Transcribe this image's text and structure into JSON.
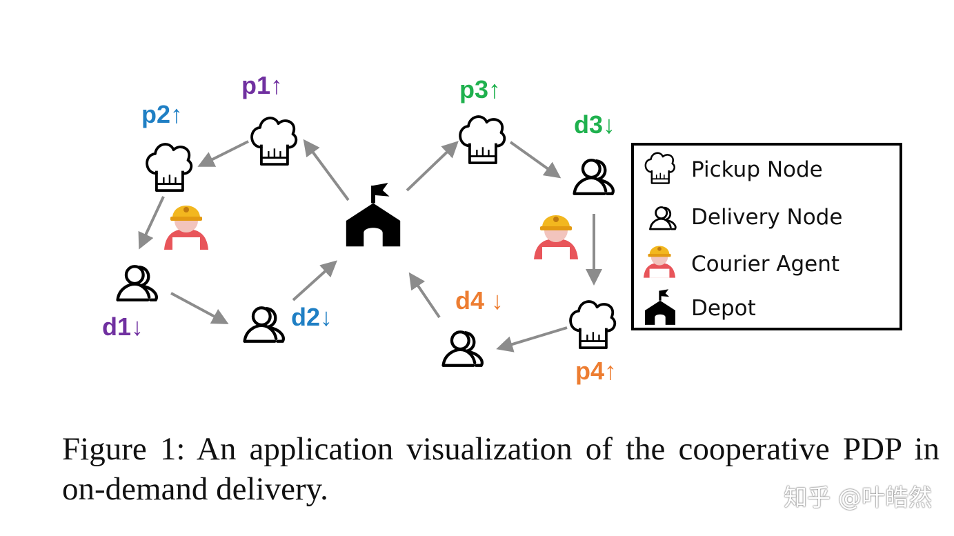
{
  "nodes": {
    "p1": {
      "label": "p1↑",
      "color": "#7030a0",
      "kind": "pickup"
    },
    "p2": {
      "label": "p2↑",
      "color": "#1f7fc4",
      "kind": "pickup"
    },
    "p3": {
      "label": "p3↑",
      "color": "#1fb14e",
      "kind": "pickup"
    },
    "p4": {
      "label": "p4↑",
      "color": "#ed7d31",
      "kind": "pickup"
    },
    "d1": {
      "label": "d1↓",
      "color": "#7030a0",
      "kind": "delivery"
    },
    "d2": {
      "label": "d2↓",
      "color": "#1f7fc4",
      "kind": "delivery"
    },
    "d3": {
      "label": "d3↓",
      "color": "#1fb14e",
      "kind": "delivery"
    },
    "d4": {
      "label": "d4 ↓",
      "color": "#ed7d31",
      "kind": "delivery"
    }
  },
  "edges": [
    [
      "depot",
      "p1"
    ],
    [
      "p1",
      "p2"
    ],
    [
      "p2",
      "d1"
    ],
    [
      "d1",
      "d2"
    ],
    [
      "d2",
      "depot"
    ],
    [
      "depot",
      "p3"
    ],
    [
      "p3",
      "d3"
    ],
    [
      "d3",
      "p4"
    ],
    [
      "p4",
      "d4"
    ],
    [
      "d4",
      "depot"
    ]
  ],
  "legend": {
    "pickup": "Pickup Node",
    "delivery": "Delivery Node",
    "courier": "Courier Agent",
    "depot": "Depot"
  },
  "caption": "Figure 1: An application visualization of the cooperative PDP in on-demand delivery.",
  "watermark": "知乎 @叶皓然",
  "colors": {
    "arrow": "#8c8c8c",
    "icon": "#000000",
    "courier_helmet": "#f2b71f",
    "courier_body": "#e8555a"
  }
}
